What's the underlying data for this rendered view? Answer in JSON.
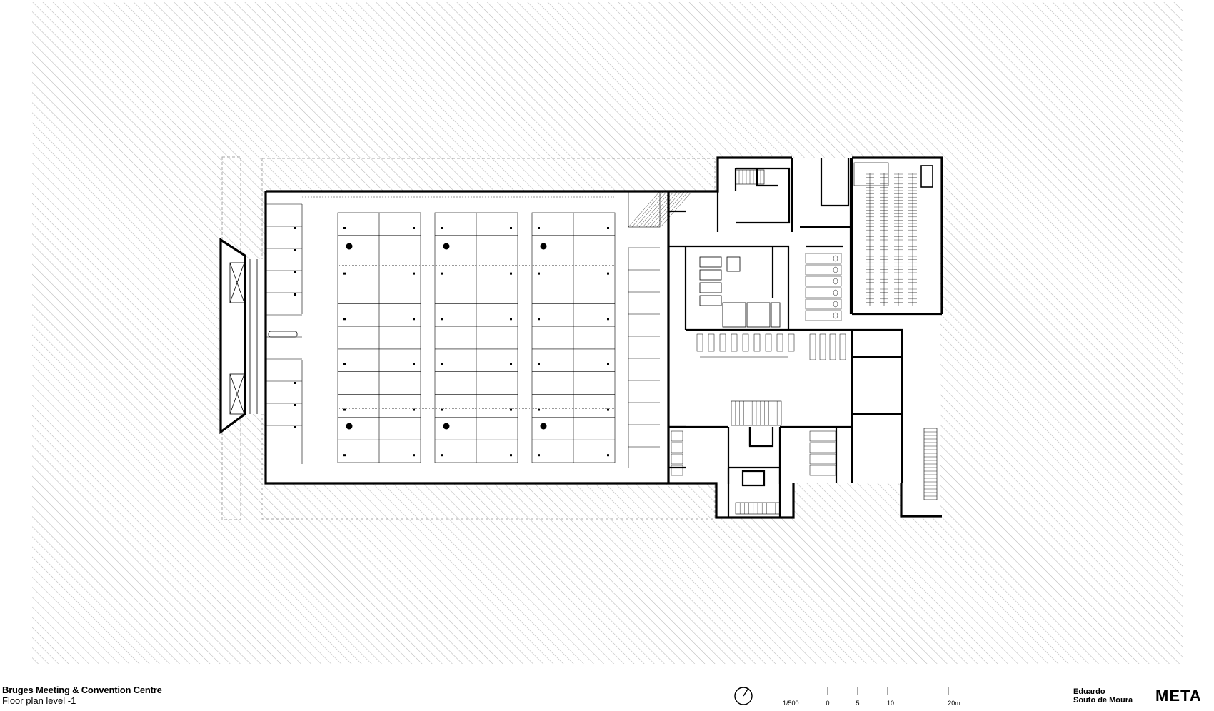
{
  "project_title": "Bruges Meeting & Convention Centre",
  "drawing_subtitle": "Floor plan level -1",
  "author": {
    "first_line": "Eduardo",
    "second_line": "Souto de Moura"
  },
  "logo_text": "META",
  "scale": {
    "ratio": "1/500",
    "ticks": [
      "0",
      "5",
      "10",
      "20m"
    ]
  },
  "icons": {
    "north_arrow": "north-arrow-icon",
    "logo": "meta-logo-icon"
  },
  "colors": {
    "ink": "#000000",
    "hatch": "#b8b8b8",
    "paper": "#ffffff",
    "dashed_outline": "#a9a9a9"
  }
}
